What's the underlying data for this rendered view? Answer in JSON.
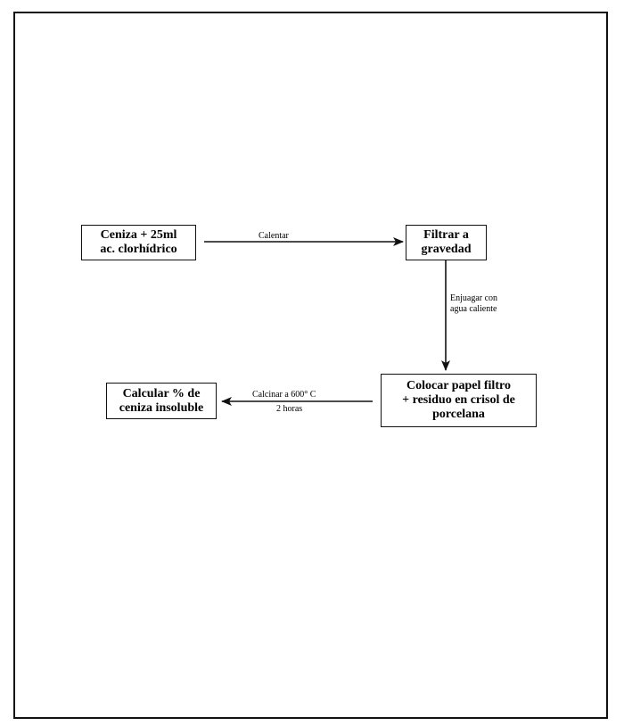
{
  "diagram": {
    "nodes": {
      "ash": "Ceniza + 25ml\nac. clorhídrico",
      "filter": "Filtrar a\ngravedad",
      "place": "Colocar papel filtro\n+ residuo en crisol de\nporcelana",
      "calculate": "Calcular % de\nceniza insoluble"
    },
    "edges": {
      "heat": "Calentar",
      "rinse_line1": "Enjuagar con",
      "rinse_line2": "agua caliente",
      "calcine_line1": "Calcinar a 600° C",
      "calcine_line2": "2 horas"
    }
  }
}
